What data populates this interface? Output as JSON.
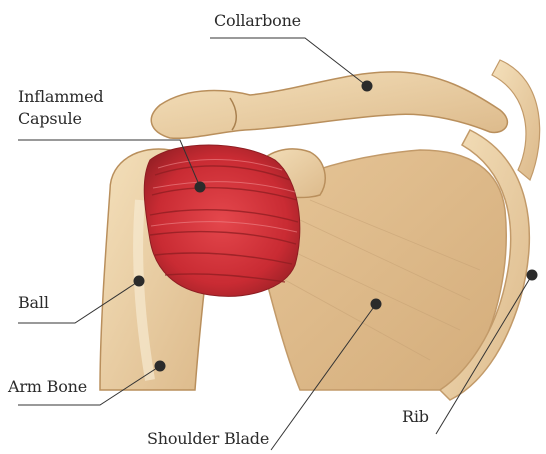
{
  "colors": {
    "bone": "#e9cfa4",
    "bone_shadow": "#c9a77a",
    "bone_light": "#f6e6c8",
    "capsule": "#d9333a",
    "capsule_dark": "#8e1d22",
    "leader": "#333333"
  },
  "labels": {
    "collarbone": "Collarbone",
    "capsule_line1": "Inflammed",
    "capsule_line2": "Capsule",
    "ball": "Ball",
    "arm_bone": "Arm Bone",
    "shoulder_blade": "Shoulder Blade",
    "rib": "Rib"
  }
}
